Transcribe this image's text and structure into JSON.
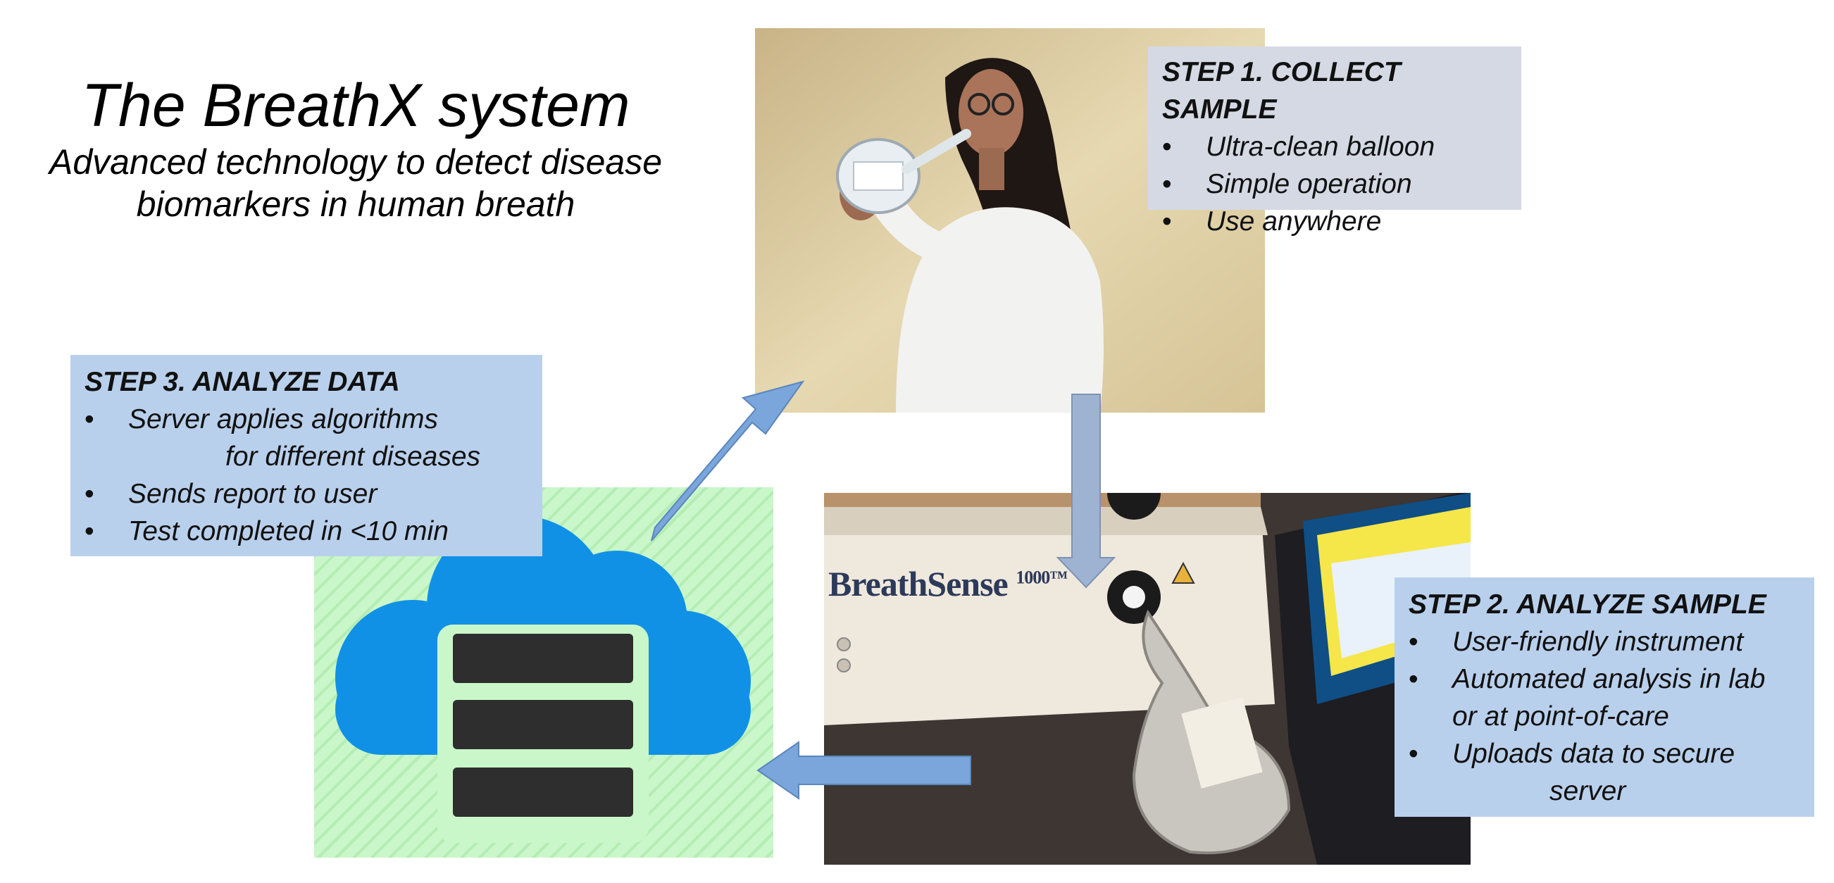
{
  "title": {
    "main": "The BreathX system",
    "subtitle_line1": "Advanced technology to detect disease",
    "subtitle_line2": "biomarkers in human breath"
  },
  "step1": {
    "heading": "STEP 1. COLLECT SAMPLE",
    "bullets": [
      "Ultra-clean balloon",
      "Simple operation",
      "Use anywhere"
    ]
  },
  "step2": {
    "heading": "STEP 2. ANALYZE SAMPLE",
    "bullet1": "User-friendly instrument",
    "bullet2_line1": "Automated analysis in lab",
    "bullet2_line2": "or at point-of-care",
    "bullet3_line1": "Uploads data to secure",
    "bullet3_line2": "server"
  },
  "step3": {
    "heading": "STEP 3. ANALYZE DATA",
    "bullet1_line1": "Server applies algorithms",
    "bullet1_line2": "for different diseases",
    "bullet2": "Sends report to user",
    "bullet3": "Test completed in <10 min"
  },
  "instrument": {
    "brand": "BreathSense",
    "model": "1000™"
  },
  "colors": {
    "box_light": "#d4d9e4",
    "box_blue": "#b9d0ec",
    "arrow": "#7aa6dc",
    "arrow_down": "#9eb3d2",
    "cloud": "#1191e6",
    "server_tile": "#c9f7c9"
  },
  "icons": [
    "cloud-server-icon",
    "arrow-up-right-icon",
    "arrow-down-icon",
    "arrow-left-icon"
  ]
}
